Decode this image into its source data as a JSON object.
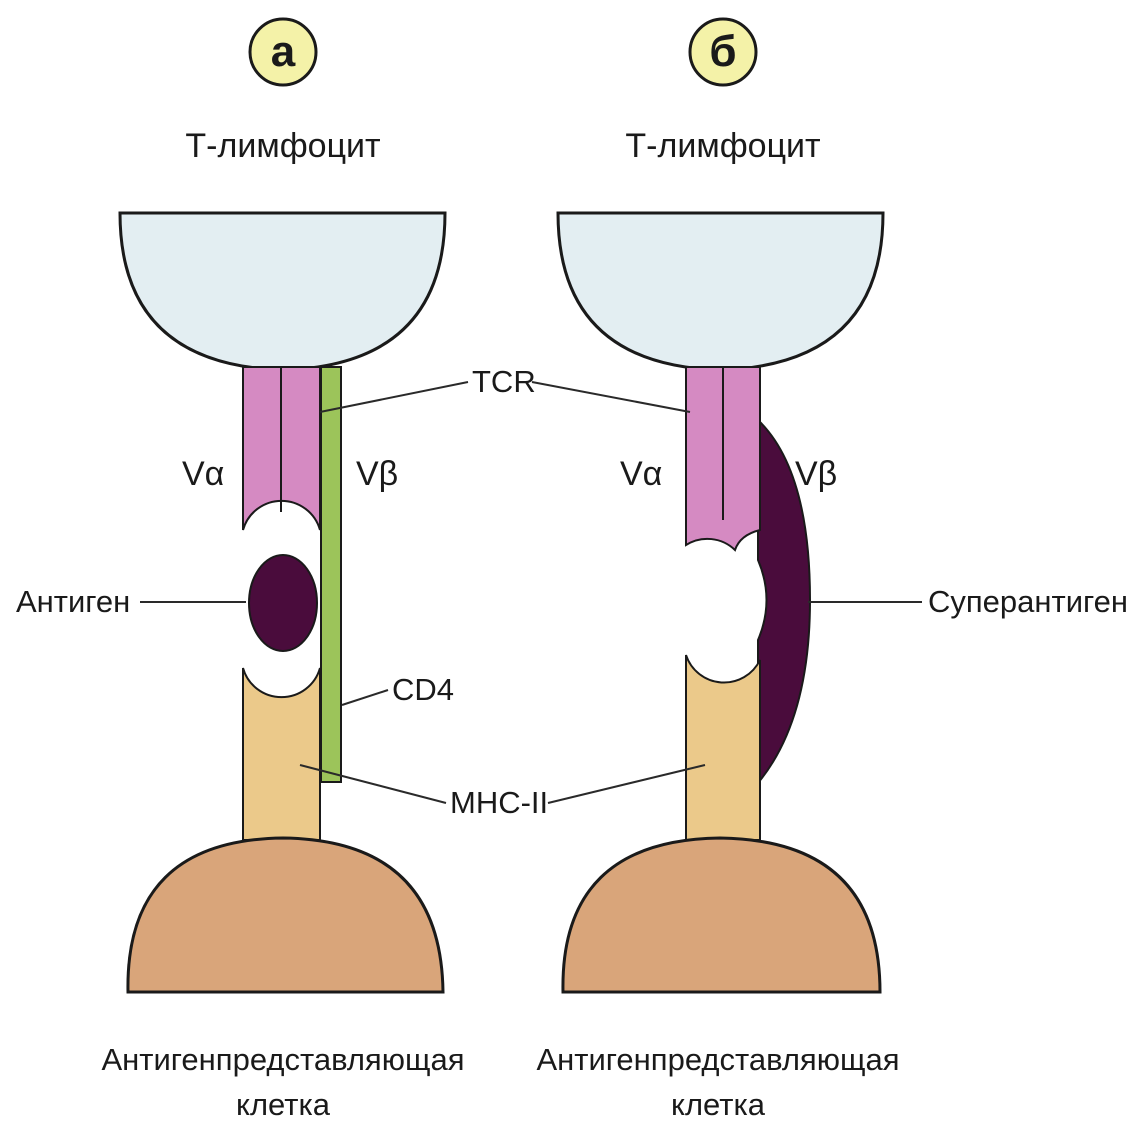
{
  "panels": {
    "a": {
      "badge": "а",
      "top_cell": "Т-лимфоцит",
      "bottom_cell_line1": "Антигенпредставляющая",
      "bottom_cell_line2": "клетка",
      "v_alpha": "Vα",
      "v_beta": "Vβ",
      "antigen": "Антиген",
      "cd4": "CD4"
    },
    "b": {
      "badge": "б",
      "top_cell": "Т-лимфоцит",
      "bottom_cell_line1": "Антигенпредставляющая",
      "bottom_cell_line2": "клетка",
      "v_alpha": "Vα",
      "v_beta": "Vβ",
      "superantigen": "Суперантиген"
    }
  },
  "shared": {
    "tcr": "TCR",
    "mhc": "MHC-II"
  },
  "colors": {
    "badge_fill": "#f4f2a8",
    "t_cell": "#e3eef2",
    "apc": "#d9a57a",
    "tcr_pink": "#d58ac2",
    "mhc_tan": "#ebc98a",
    "cd4_green": "#9cc45a",
    "antigen_purple": "#4a0c3c"
  }
}
